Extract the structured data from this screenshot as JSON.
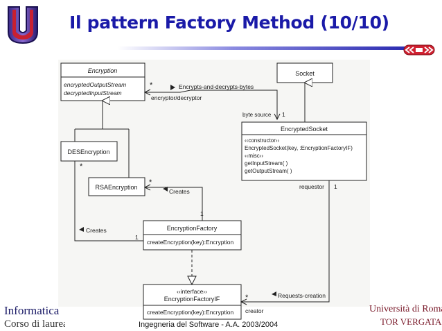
{
  "slide": {
    "title": "Il pattern Factory Method (10/10)"
  },
  "footer": {
    "left_line1": "Informatica",
    "left_line2": "Corso di laurea",
    "center": "Ingegneria del Software -  A.A. 2003/2004",
    "right_line1": "Università di Roma",
    "right_line2": "TOR VERGATA"
  },
  "diagram": {
    "classes": {
      "encryption": {
        "name": "Encryption",
        "attr1": "encryptedOutputStream",
        "attr2": "decryptedInputStream"
      },
      "socket": {
        "name": "Socket"
      },
      "encrypted_socket": {
        "name": "EncryptedSocket",
        "stereo1": "‹‹constructor››",
        "op1": "EncryptedSocket(key, :EncryptionFactoryIF)",
        "stereo2": "‹‹misc››",
        "op2": "getInputStream( )",
        "op3": "getOutputStream( )"
      },
      "des": {
        "name": "DESEncryption"
      },
      "rsa": {
        "name": "RSAEncryption"
      },
      "factory": {
        "name": "EncryptionFactory",
        "op1": "createEncryption(key):Encryption"
      },
      "factory_if": {
        "stereo": "‹‹interface››",
        "name": "EncryptionFactoryIF",
        "op1": "createEncryption(key):Encryption"
      }
    },
    "labels": {
      "encrypts": "Encrypts-and-decrypts-bytes",
      "encryptor_role": "encryptor/decryptor",
      "star": "*",
      "byte_source": "byte source",
      "one": "1",
      "creates": "Creates",
      "requestor": "requestor",
      "requests_creation": "Requests-creation",
      "creator": "creator"
    }
  }
}
